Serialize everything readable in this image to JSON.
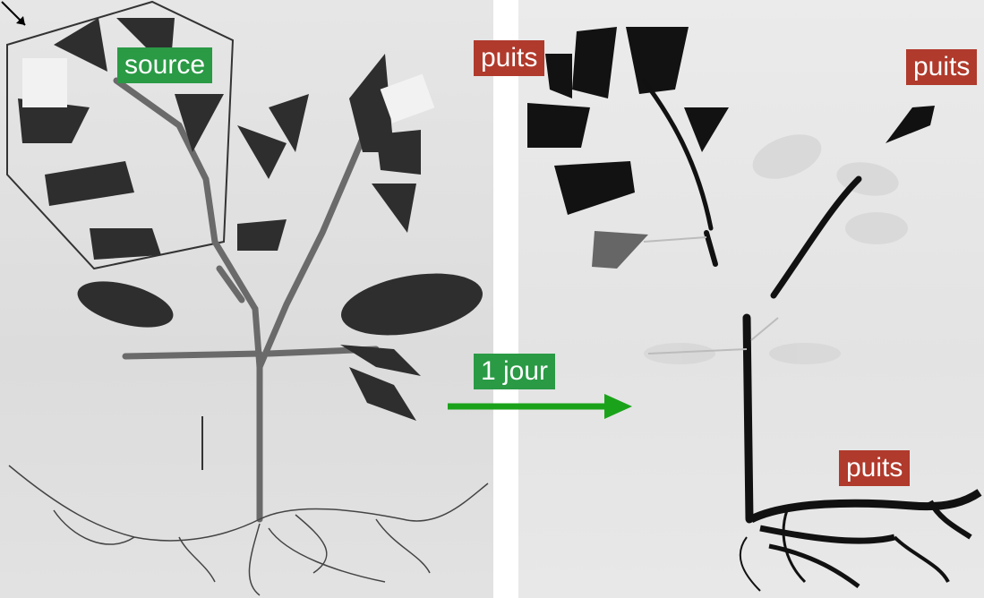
{
  "labels": {
    "source": "source",
    "sink_left": "puits",
    "sink_right": "puits",
    "sink_roots": "puits",
    "duration": "1 jour"
  },
  "colors": {
    "source_green": "#2a9a45",
    "sink_red": "#b03a2c",
    "arrow_green": "#1aa31a"
  },
  "icons": {
    "arrow": "right-arrow-icon",
    "pointer": "pointer-arrow-icon"
  }
}
